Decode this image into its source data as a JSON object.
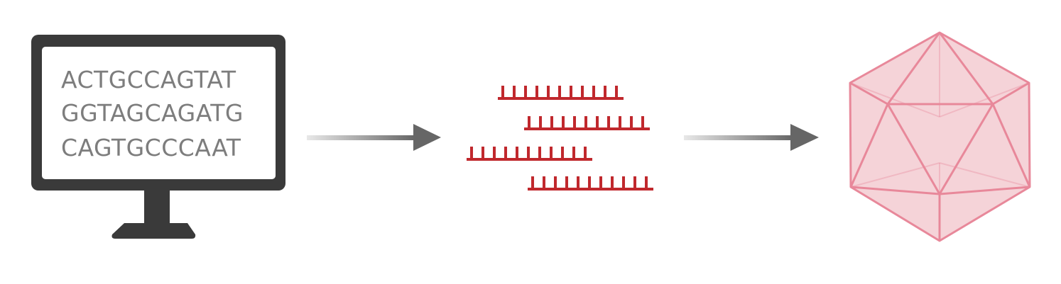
{
  "monitor": {
    "sequences": [
      "ACTGCCAGTAT",
      "GGTAGCAGATG",
      "CAGTGCCCAAT"
    ],
    "colors": {
      "frame": "#3a3a3a",
      "screen": "#ffffff",
      "text": "#7d7d7d"
    }
  },
  "arrows": {
    "color": "#666666"
  },
  "oligos": {
    "count": 4,
    "color": "#c0282d"
  },
  "capsid": {
    "shape": "icosahedron",
    "fill": "#f2c4cb",
    "stroke": "#e8889a"
  }
}
